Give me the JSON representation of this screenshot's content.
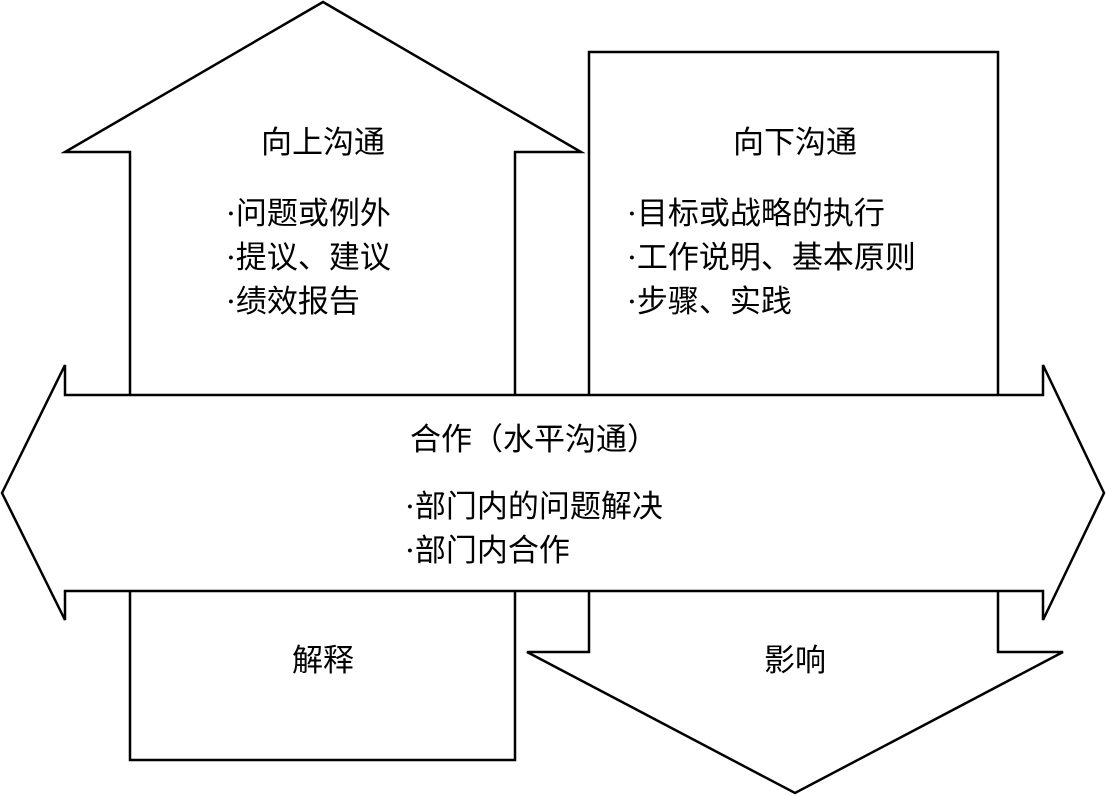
{
  "upward": {
    "title": "向上沟通",
    "items": [
      "·问题或例外",
      "·提议、建议",
      "·绩效报告"
    ]
  },
  "downward": {
    "title": "向下沟通",
    "items": [
      "·目标或战略的执行",
      "·工作说明、基本原则",
      "·步骤、实践"
    ]
  },
  "horizontal": {
    "title": "合作（水平沟通）",
    "items": [
      "·部门内的问题解决",
      "·部门内合作"
    ]
  },
  "bottom_left": {
    "label": "解释"
  },
  "bottom_right": {
    "label": "影响"
  }
}
